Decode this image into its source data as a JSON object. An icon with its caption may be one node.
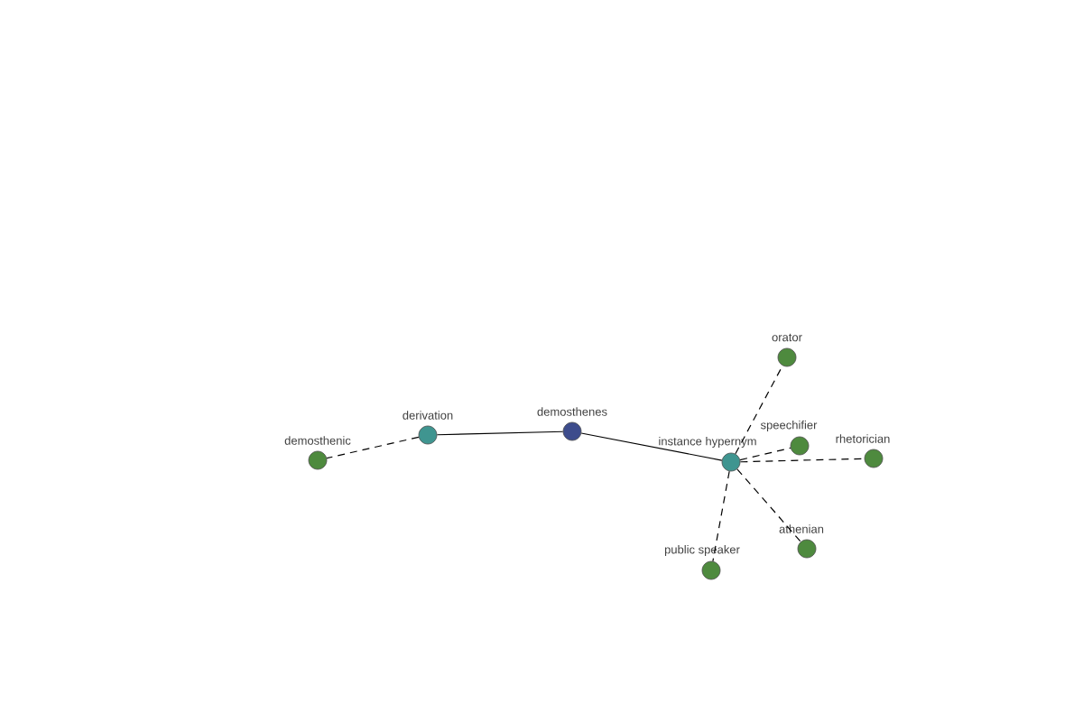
{
  "diagram": {
    "nodes": [
      {
        "text": [
          "demosthenes"
        ]
      },
      {
        "text": [
          "derivation"
        ]
      },
      {
        "text": [
          "demosthenic"
        ]
      },
      {
        "text": [
          "instance hypernym"
        ]
      },
      {
        "text": [
          "orator"
        ]
      },
      {
        "text": [
          "speechifier"
        ]
      },
      {
        "text": [
          "rhetorician"
        ]
      },
      {
        "text": [
          "athenian"
        ]
      },
      {
        "text": [
          "public speaker"
        ]
      }
    ],
    "edges": [
      {
        "from": 0,
        "to": 1,
        "arrow": "none"
      },
      {
        "from": 1,
        "to": 2,
        "arrow": "none",
        "style": "dashed"
      },
      {
        "from": 0,
        "to": 3,
        "arrow": "none"
      },
      {
        "from": 3,
        "to": 4,
        "arrow": "none",
        "style": "dashed"
      },
      {
        "from": 3,
        "to": 5,
        "arrow": "none",
        "style": "dashed"
      },
      {
        "from": 3,
        "to": 6,
        "arrow": "none",
        "style": "dashed"
      },
      {
        "from": 3,
        "to": 7,
        "arrow": "none",
        "style": "dashed"
      },
      {
        "from": 3,
        "to": 8,
        "arrow": "none",
        "style": "dashed"
      }
    ]
  }
}
